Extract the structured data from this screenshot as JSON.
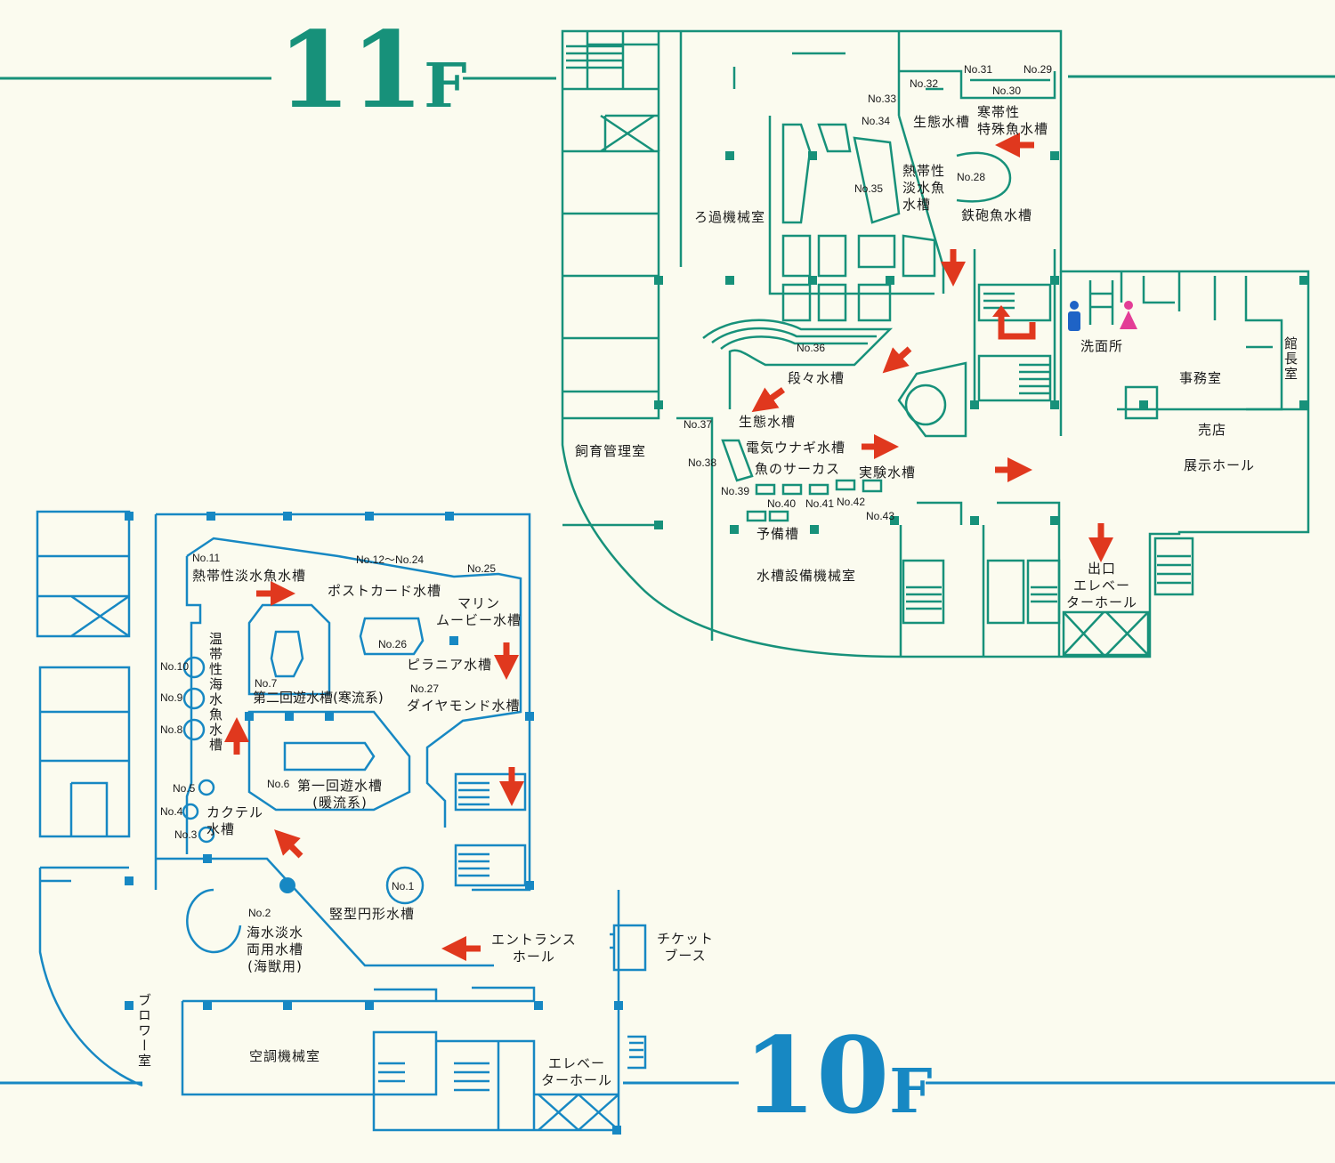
{
  "floors": {
    "upper": {
      "number": "11",
      "suffix": "F"
    },
    "lower": {
      "number": "10",
      "suffix": "F"
    }
  },
  "colors": {
    "floor11": "#17917a",
    "floor10": "#1788c3",
    "arrow": "#e0381e",
    "male": "#1e63c6",
    "female": "#e33d96"
  },
  "icons": [
    "arrow-right-icon",
    "arrow-left-icon",
    "arrow-down-icon",
    "arrow-up-icon",
    "arrow-diagonal-icon",
    "arrow-u-turn-icon",
    "male-restroom-icon",
    "female-restroom-icon"
  ],
  "f11": {
    "rooms": {
      "filtration": "ろ過機械室",
      "breeding": "飼育管理室",
      "tank_equipment": "水槽設備機械室",
      "office": "事務室",
      "director": "館長室",
      "shop": "売店",
      "exhibit_hall": "展示ホール",
      "washroom": "洗面所",
      "exit_line1": "出口",
      "exit_line2": "エレベー",
      "exit_line3": "ターホール"
    },
    "tanks": {
      "ecology_top": "生態水槽",
      "cold_line1": "寒帯性",
      "cold_line2": "特殊魚水槽",
      "tropical_line1": "熱帯性",
      "tropical_line2": "淡水魚",
      "tropical_line3": "水槽",
      "archer": "鉄砲魚水槽",
      "steps": "段々水槽",
      "ecology": "生態水槽",
      "eel": "電気ウナギ水槽",
      "circus": "魚のサーカス",
      "experiment": "実験水槽",
      "reserve": "予備槽"
    },
    "numbers": {
      "n28": "No.28",
      "n29": "No.29",
      "n30": "No.30",
      "n31": "No.31",
      "n32": "No.32",
      "n33": "No.33",
      "n34": "No.34",
      "n35": "No.35",
      "n36": "No.36",
      "n37": "No.37",
      "n38": "No.38",
      "n39": "No.39",
      "n40": "No.40",
      "n41": "No.41",
      "n42": "No.42",
      "n43": "No.43"
    }
  },
  "f10": {
    "rooms": {
      "aircon": "空調機械室",
      "blower": "ブロワー室",
      "entrance_line1": "エントランス",
      "entrance_line2": "ホール",
      "ticket_line1": "チケット",
      "ticket_line2": "ブース",
      "elevator_line1": "エレベー",
      "elevator_line2": "ターホール"
    },
    "tanks": {
      "tropical_fresh": "熱帯性淡水魚水槽",
      "postcard": "ポストカード水槽",
      "marine_line1": "マリン",
      "marine_line2": "ムービー水槽",
      "piranha": "ピラニア水槽",
      "diamond": "ダイヤモンド水槽",
      "temperate": "温帯性海水魚水槽",
      "second_loop": "第二回遊水槽(寒流系)",
      "first_loop_line1": "第一回遊水槽",
      "first_loop_line2": "(暖流系)",
      "cocktail_line1": "カクテル",
      "cocktail_line2": "水槽",
      "vertical": "竪型円形水槽",
      "dual_line1": "海水淡水",
      "dual_line2": "両用水槽",
      "dual_line3": "(海獣用)"
    },
    "numbers": {
      "n1": "No.1",
      "n2": "No.2",
      "n3": "No.3",
      "n4": "No.4",
      "n5": "No.5",
      "n6": "No.6",
      "n7": "No.7",
      "n8": "No.8",
      "n9": "No.9",
      "n10": "No.10",
      "n11": "No.11",
      "n12_24": "No.12〜No.24",
      "n25": "No.25",
      "n26": "No.26",
      "n27": "No.27"
    }
  }
}
